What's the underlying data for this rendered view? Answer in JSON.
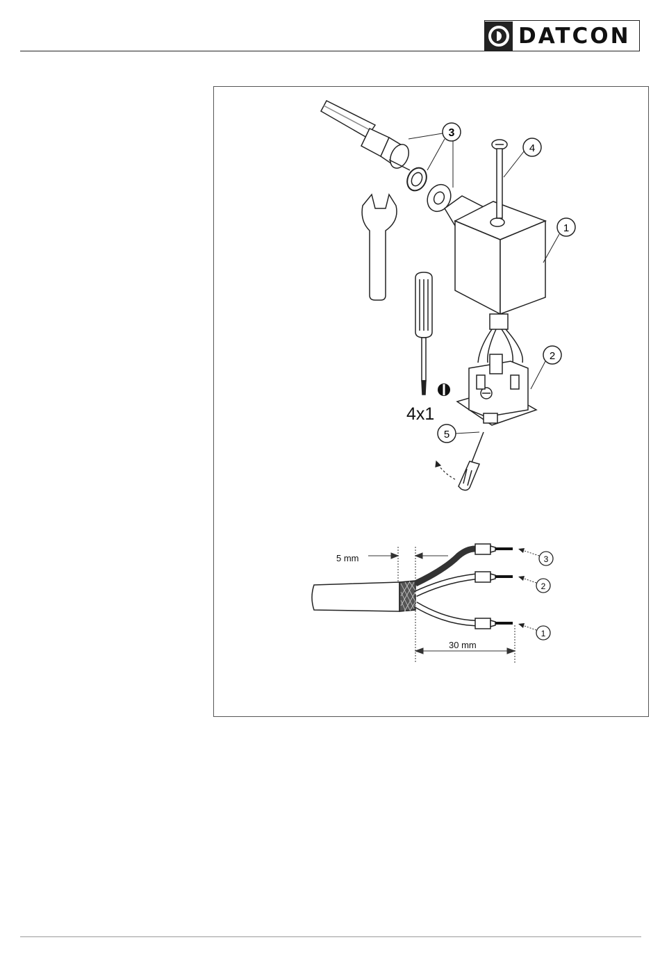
{
  "header": {
    "brand": "DATCON"
  },
  "figure_top": {
    "callouts": [
      "3",
      "4",
      "1",
      "2",
      "5"
    ],
    "tool_label": "4x1"
  },
  "figure_bottom": {
    "dim_strip": "5 mm",
    "dim_length": "30 mm",
    "callouts": [
      "3",
      "2",
      "1"
    ]
  }
}
